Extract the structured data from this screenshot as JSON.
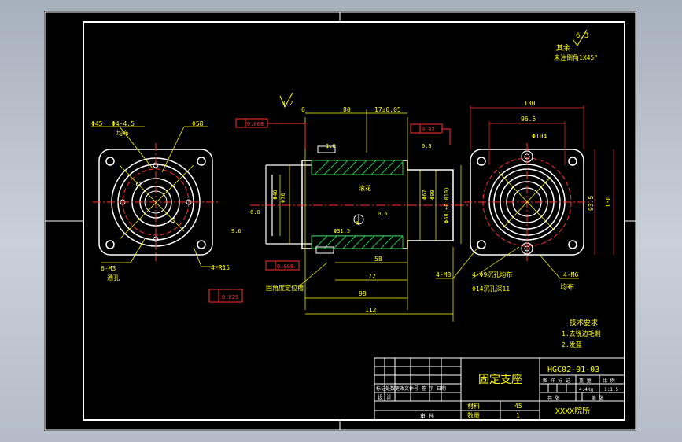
{
  "drawing": {
    "title_block": {
      "part_name": "固定支座",
      "drawing_no": "HGC02-01-03",
      "material_label": "材料",
      "material_value": "45",
      "quantity_label": "数量",
      "quantity_value": "1",
      "institution": "XXXX院所",
      "scale_header": "图 样 标 记",
      "weight_header": "重 量",
      "ratio_header": "比 例",
      "weight_value": "4.4Kg",
      "ratio_value": "1:1.5",
      "sheets_total": "共 张",
      "sheet_no": "第 张",
      "rev_row_labels": "标记处数更改文件号  签 字  日期",
      "design_label": "设 计",
      "audit_label": "审 核"
    },
    "tech_notes": {
      "heading": "技术要求",
      "line1": "1.去锐边毛刺",
      "line2": "2.发蓝"
    },
    "roughness_note": {
      "value": "6.3",
      "label": "其余",
      "chamfer": "未注倒角1X45°"
    },
    "left_view": {
      "dim_phi45": "Φ45",
      "dim_4_phi45": "Φ4-4.5",
      "dim_uniform": "均布",
      "dim_phi58": "Φ58",
      "dim_6m3": "6-M3",
      "dim_hole": "通孔",
      "dim_4r15": "4-R15"
    },
    "section_view": {
      "dim_80": "80",
      "dim_17": "17±0.05",
      "dim_6": "6",
      "dim_32": "3.2",
      "dim_16": "1.6",
      "dim_08": "0.8",
      "dim_06": "0.6",
      "dim_58": "58",
      "dim_72": "72",
      "dim_98": "98",
      "dim_112": "112",
      "dim_31_5": "Φ31.5",
      "dim_phi76": "Φ76",
      "dim_phi40": "Φ40",
      "dim_phi67": "Φ67",
      "dim_phi90": "Φ90",
      "dim_phi68": "Φ68(±0.010)",
      "dim_6_0": "6.0",
      "dim_9_6": "9.6",
      "flatness_value": "0.008",
      "parallel_value": "0.02",
      "perp_value": "0.008",
      "pos_value": "0.025",
      "datum_a": "A",
      "label_knurl": "滚花",
      "label_slot": "固角度定位槽"
    },
    "right_view": {
      "dim_130": "130",
      "dim_96_5": "96.5",
      "dim_phi104": "Φ104",
      "dim_93_5": "93.5",
      "dim_130v": "130",
      "dim_4_m8": "4-M8",
      "dim_4_phi9": "4-Φ9沉孔均布",
      "dim_phi14": "Φ14沉孔深11",
      "dim_4_m6": "4-M6",
      "dim_uniform2": "均布"
    }
  },
  "colors": {
    "paper": "#000000",
    "outline": "#ffffff",
    "dimension": "#ffff00",
    "hidden": "#ff3030",
    "hatch": "#22c84a",
    "center": "#ff3030",
    "frame": "#ffffff"
  }
}
